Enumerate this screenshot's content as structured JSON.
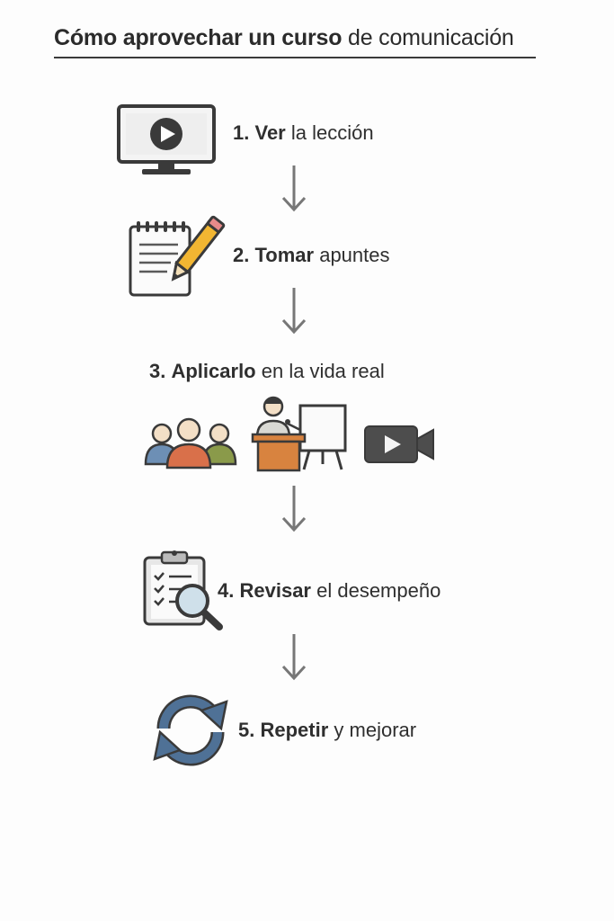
{
  "title": {
    "bold": "Cómo aprovechar un curso",
    "rest": " de comunicación"
  },
  "steps": [
    {
      "num": "1.",
      "bold": "Ver",
      "rest": " la lección",
      "icon": "monitor-play-icon"
    },
    {
      "num": "2.",
      "bold": "Tomar",
      "rest": " apuntes",
      "icon": "notepad-pencil-icon"
    },
    {
      "num": "3.",
      "bold": "Aplicarlo",
      "rest": " en la vida real",
      "icons": [
        "audience-icon",
        "presenter-podium-icon",
        "video-camera-icon"
      ]
    },
    {
      "num": "4.",
      "bold": "Revisar",
      "rest": " el desempeño",
      "icon": "checklist-magnifier-icon"
    },
    {
      "num": "5.",
      "bold": "Repetir",
      "rest": " y mejorar",
      "icon": "refresh-cycle-icon"
    }
  ],
  "colors": {
    "outline": "#3a3a3a",
    "screen": "#eeeeee",
    "pencil": "#f2b632",
    "people": [
      "#6d8fb5",
      "#d9704a",
      "#8a9a4a"
    ],
    "podium": "#d8833f",
    "camera": "#4d4d4d",
    "cycle": "#4f7196",
    "arrow": "#777777"
  }
}
